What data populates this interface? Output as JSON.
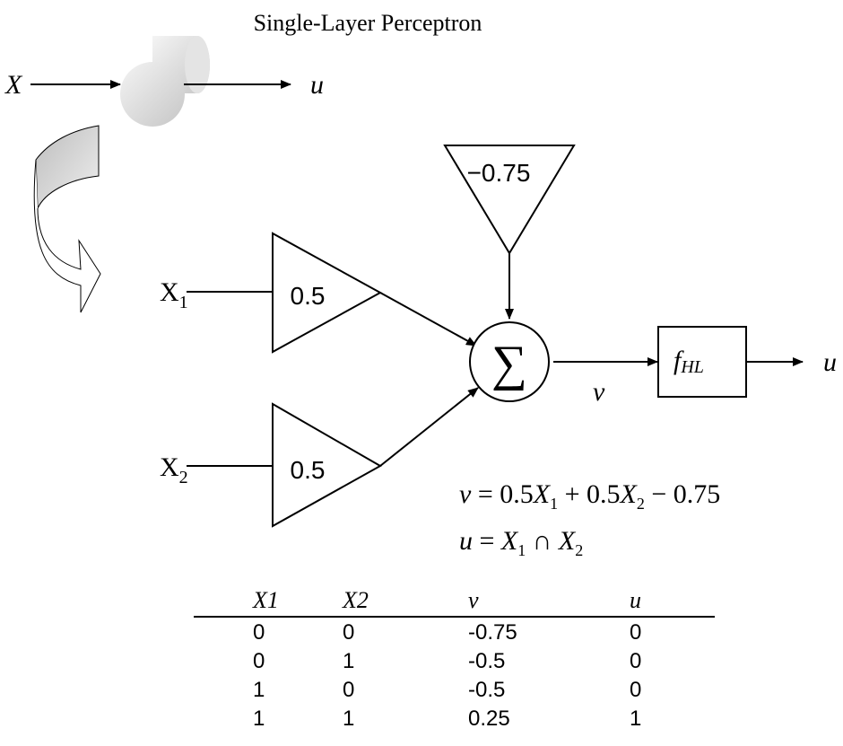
{
  "title": "Single-Layer Perceptron",
  "top_diagram": {
    "input": "X",
    "output": "u"
  },
  "bias_weight": "−0.75",
  "inputs": [
    {
      "base": "X",
      "sub": "1",
      "weight": "0.5"
    },
    {
      "base": "X",
      "sub": "2",
      "weight": "0.5"
    }
  ],
  "sum_symbol": "∑",
  "sum_output": "v",
  "activation": {
    "base": "f",
    "sub": "HL"
  },
  "final_output": "u",
  "equations": {
    "v_line": {
      "lhs": "v",
      "rhs_parts": [
        "0.5",
        "X",
        "1",
        "+",
        "0.5",
        "X",
        "2",
        "−",
        "0.75"
      ]
    },
    "u_line": {
      "lhs": "u",
      "a": "X",
      "a_sub": "1",
      "op": "∩",
      "b": "X",
      "b_sub": "2"
    }
  },
  "table": {
    "headers": [
      "X1",
      "X2",
      "v",
      "u"
    ],
    "rows": [
      [
        "0",
        "0",
        "-0.75",
        "0"
      ],
      [
        "0",
        "1",
        "-0.5",
        "0"
      ],
      [
        "1",
        "0",
        "-0.5",
        "0"
      ],
      [
        "1",
        "1",
        "0.25",
        "1"
      ]
    ]
  }
}
